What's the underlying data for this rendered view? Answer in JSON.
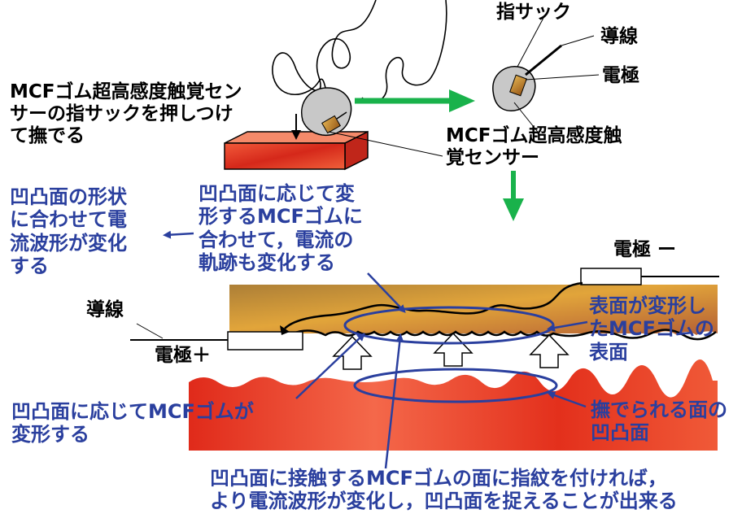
{
  "colors": {
    "blue_text": "#2a3f9e",
    "arrow_green": "#19b24b",
    "surface_red": "#e8361d",
    "mcf_gold": "#c98a2a",
    "ellipse_blue": "#2a3f9e"
  },
  "icons": [
    "finger-icon",
    "sensor-pad-icon",
    "up-arrow-icon"
  ],
  "labels": {
    "press_instruction": "MCFゴム超高感度触覚セン\nサーの指サックを押しつけ\nて撫でる",
    "finger_sack": "指サック",
    "lead_wire_top": "導線",
    "electrode_top": "電極",
    "sensor_name": "MCFゴム超高感度触\n覚センサー",
    "waveform_changes": "凹凸面の形状\nに合わせて電\n流波形が変化\nする",
    "current_path": "凹凸面に応じて変\n形するMCFゴムに\n合わせて，電流の\n軌跡も変化する",
    "electrode_minus": "電極 ー",
    "lead_wire_left": "導線",
    "electrode_plus": "電極＋",
    "deformed_surface": "表面が変形し\nたMCFゴムの\n表面",
    "rubber_deforms": "凹凸面に応じてMCFゴムが\n変形する",
    "stroked_surface": "撫でられる面の\n凹凸面",
    "fingerprint_note": "凹凸面に接触するMCFゴムの面に指紋を付ければ，\nより電流波形が変化し，凹凸面を捉えることが出来る"
  }
}
